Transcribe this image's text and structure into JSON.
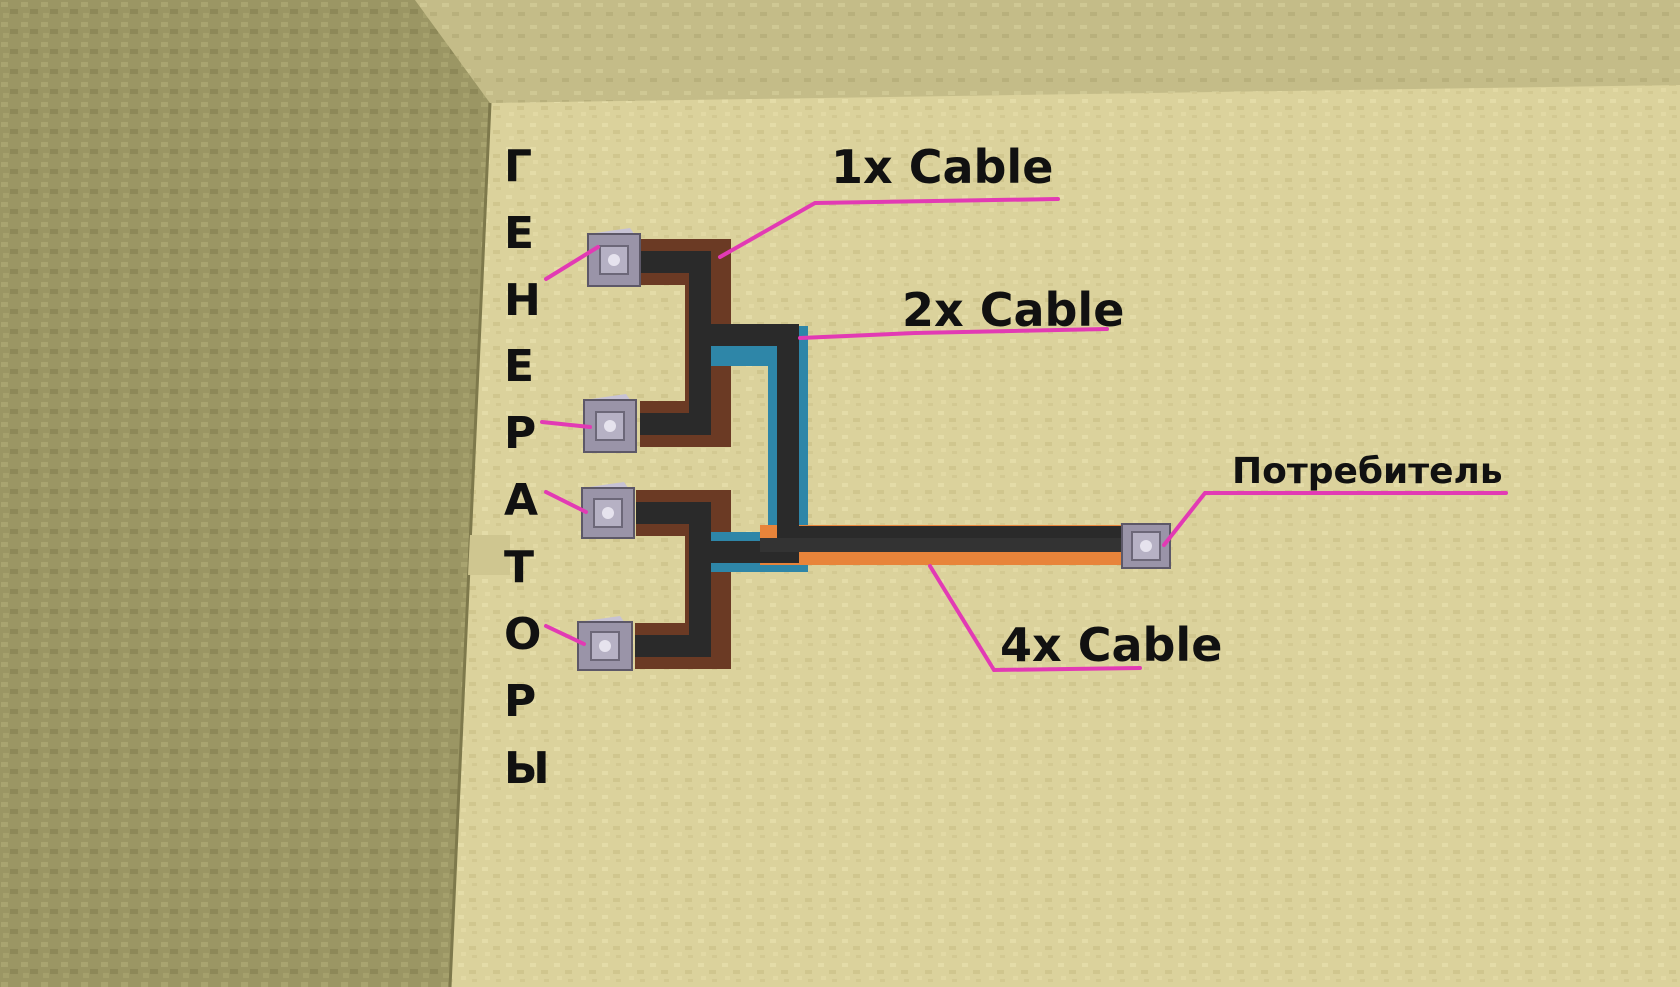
{
  "labels": {
    "cable_1x": "1x Cable",
    "cable_2x": "2x Cable",
    "cable_4x": "4x Cable",
    "consumer": "Потребитель"
  },
  "generators_letters": [
    "Г",
    "Е",
    "Н",
    "Е",
    "Р",
    "А",
    "Т",
    "О",
    "Р",
    "Ы"
  ],
  "colors": {
    "annotation_line": "#e23ab4",
    "cable_1x_insulation": "#6b3a24",
    "cable_2x_insulation": "#2e86a8",
    "cable_4x_insulation": "#e8843a",
    "cable_core": "#2a2a2a",
    "wall_left": "#9a9563",
    "floor": "#d8cf98",
    "machine": "#9a94a8"
  }
}
